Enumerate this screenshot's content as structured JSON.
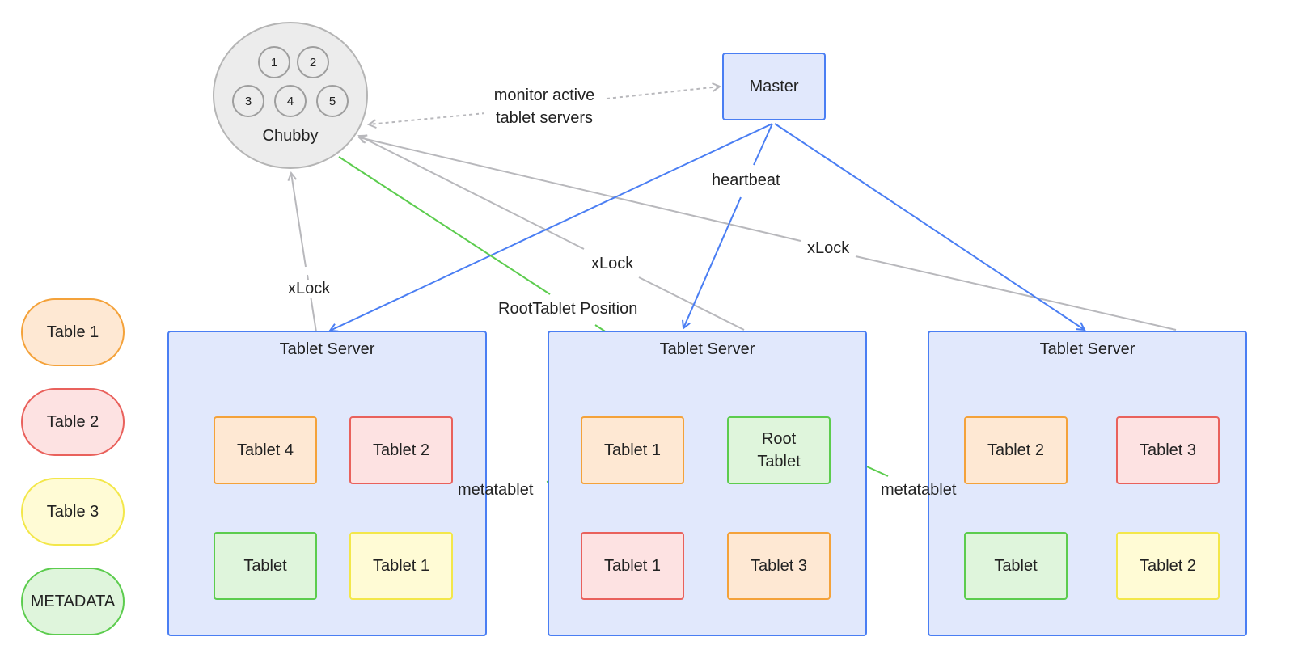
{
  "legend": [
    {
      "label": "Table 1",
      "color": "orange"
    },
    {
      "label": "Table 2",
      "color": "red"
    },
    {
      "label": "Table 3",
      "color": "yellow"
    },
    {
      "label": "METADATA",
      "color": "green"
    }
  ],
  "chubby": {
    "label": "Chubby",
    "nodes": [
      "1",
      "2",
      "3",
      "4",
      "5"
    ]
  },
  "master": {
    "label": "Master"
  },
  "servers": [
    {
      "title": "Tablet Server",
      "tablets": [
        {
          "label": "Tablet 4",
          "color": "orange"
        },
        {
          "label": "Tablet 2",
          "color": "red"
        },
        {
          "label": "Tablet",
          "color": "green"
        },
        {
          "label": "Tablet 1",
          "color": "yellow"
        }
      ]
    },
    {
      "title": "Tablet Server",
      "tablets": [
        {
          "label": "Tablet 1",
          "color": "orange"
        },
        {
          "label": "Root\nTablet",
          "color": "green"
        },
        {
          "label": "Tablet 1",
          "color": "red"
        },
        {
          "label": "Tablet 3",
          "color": "orange"
        }
      ]
    },
    {
      "title": "Tablet Server",
      "tablets": [
        {
          "label": "Tablet 2",
          "color": "orange"
        },
        {
          "label": "Tablet 3",
          "color": "red"
        },
        {
          "label": "Tablet",
          "color": "green"
        },
        {
          "label": "Tablet 2",
          "color": "yellow"
        }
      ]
    }
  ],
  "edge_labels": {
    "monitor": "monitor active\ntablet servers",
    "heartbeat": "heartbeat",
    "xlock_left": "xLock",
    "xlock_mid": "xLock",
    "xlock_right": "xLock",
    "root_position": "RootTablet Position",
    "metatablet_left": "metatablet",
    "metatablet_right": "metatablet"
  },
  "colors": {
    "blue_edge": "#4a7ef3",
    "gray_edge": "#b8b8bc",
    "green_edge": "#5ccc4e"
  }
}
